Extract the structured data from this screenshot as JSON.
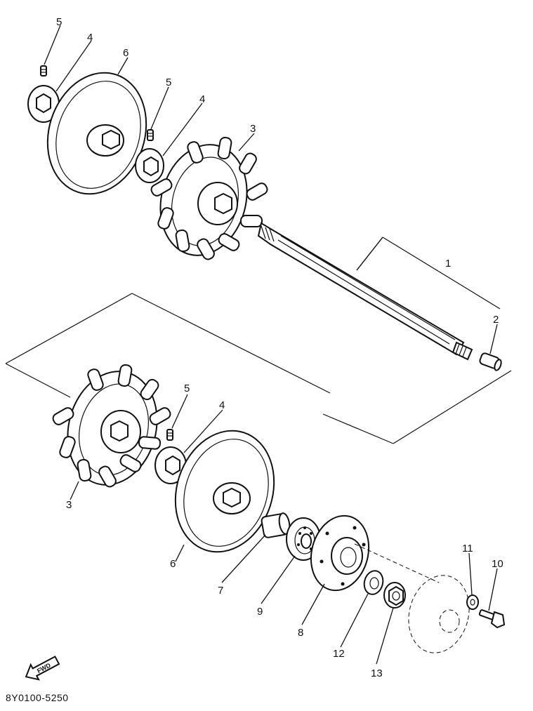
{
  "diagram": {
    "part_number": "8Y0100-5250",
    "fwd_label": "FWD",
    "callouts": [
      "1",
      "2",
      "3",
      "3",
      "4",
      "4",
      "4",
      "5",
      "5",
      "5",
      "6",
      "6",
      "7",
      "8",
      "9",
      "10",
      "11",
      "12",
      "13"
    ]
  }
}
